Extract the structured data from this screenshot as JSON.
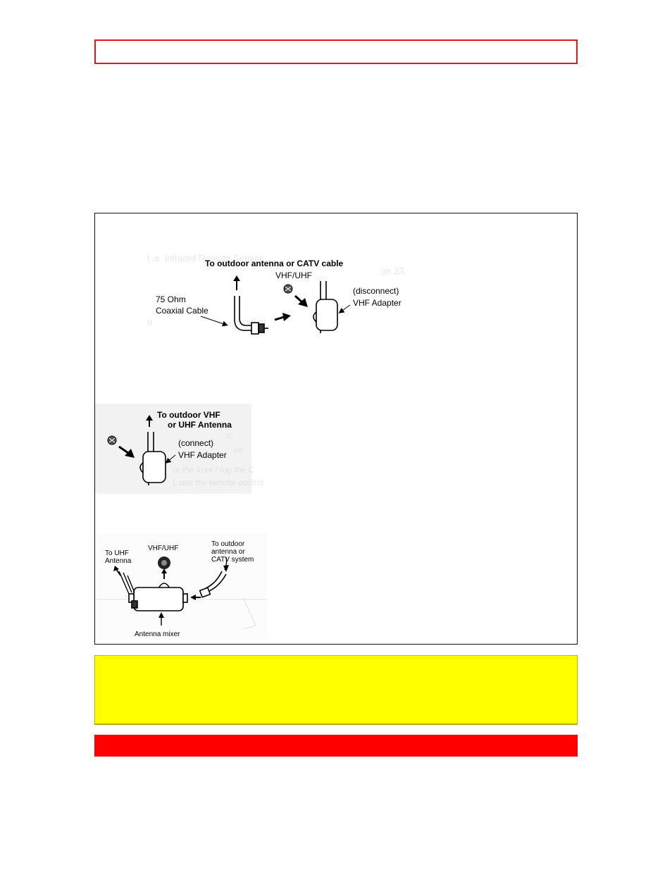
{
  "figure1": {
    "title": "To outdoor antenna or CATV cable",
    "vhf_uhf": "VHF/UHF",
    "cable_line1": "75 Ohm",
    "cable_line2": "Coaxial Cable",
    "adapter_line1": "(disconnect)",
    "adapter_line2": "VHF Adapter"
  },
  "figure2": {
    "title_line1": "To outdoor VHF",
    "title_line2": "or UHF Antenna",
    "adapter_line1": "(connect)",
    "adapter_line2": "VHF Adapter"
  },
  "figure3": {
    "uhf_line1": "To UHF",
    "uhf_line2": "Antenna",
    "vhf_uhf": "VHF/UHF",
    "catv_line1": "To outdoor",
    "catv_line2": "antenna or",
    "catv_line3": "CATV system",
    "mixer_label": "Antenna mixer"
  },
  "colors": {
    "header_border": "#e0191e",
    "note_background": "#ffff00",
    "footer_background": "#ff0000"
  }
}
